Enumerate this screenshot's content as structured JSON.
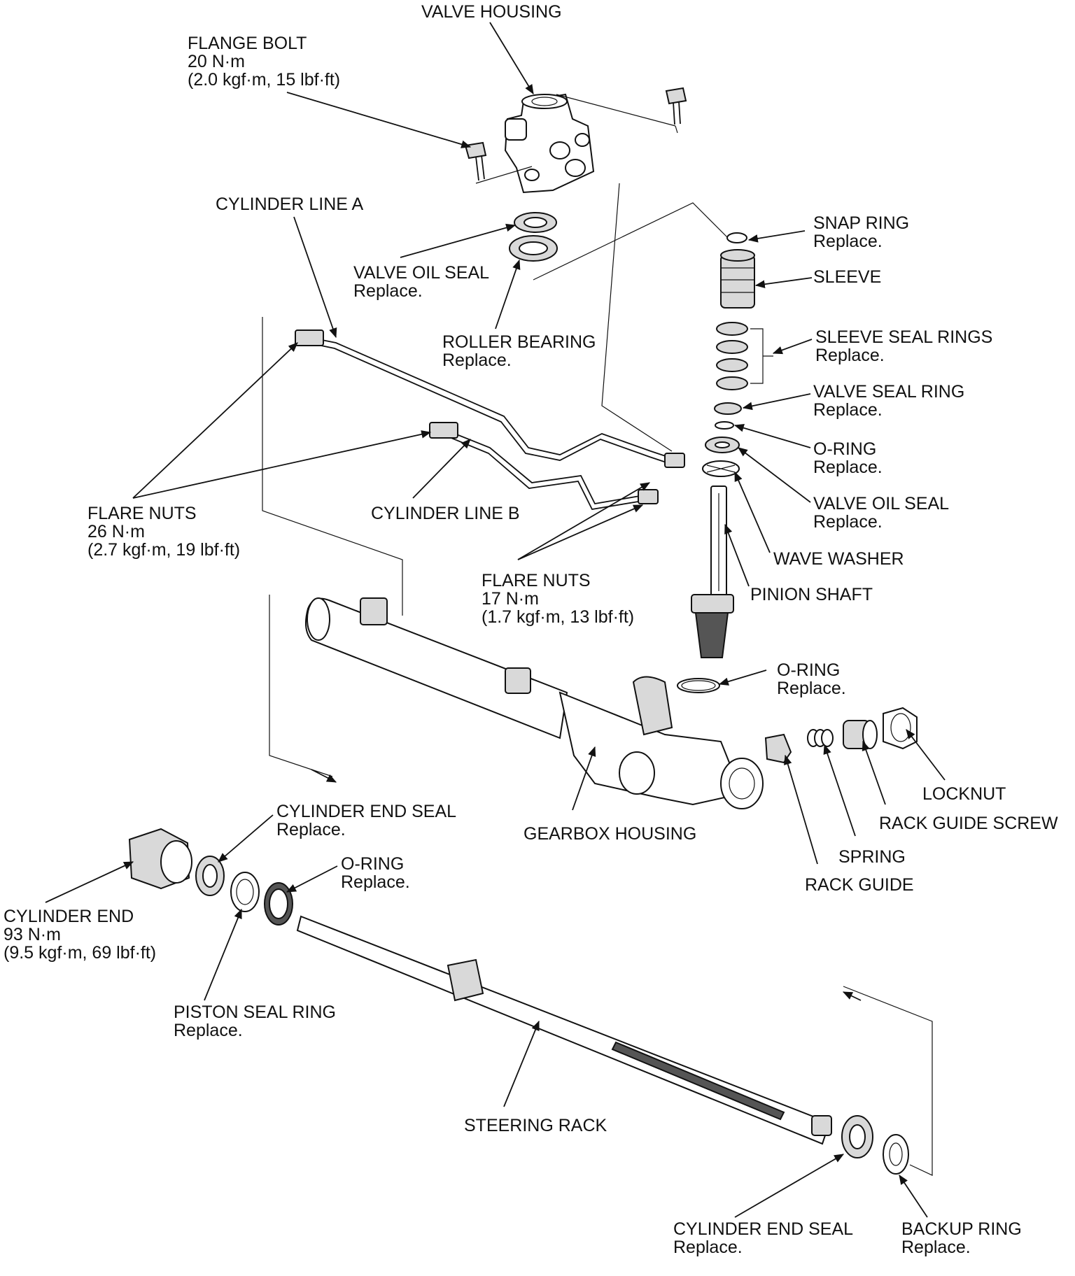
{
  "labels": {
    "valve_housing": "VALVE HOUSING",
    "flange_bolt": [
      "FLANGE BOLT",
      "20 N·m",
      "(2.0 kgf·m, 15 lbf·ft)"
    ],
    "cylinder_line_a": "CYLINDER LINE A",
    "valve_oil_seal_top": [
      "VALVE OIL SEAL",
      "Replace."
    ],
    "roller_bearing": [
      "ROLLER BEARING",
      "Replace."
    ],
    "snap_ring": [
      "SNAP RING",
      "Replace."
    ],
    "sleeve": "SLEEVE",
    "sleeve_seal_rings": [
      "SLEEVE SEAL RINGS",
      "Replace."
    ],
    "valve_seal_ring": [
      "VALVE SEAL RING",
      "Replace."
    ],
    "o_ring_pinion": [
      "O-RING",
      "Replace."
    ],
    "valve_oil_seal_lower": [
      "VALVE OIL SEAL",
      "Replace."
    ],
    "wave_washer": "WAVE WASHER",
    "pinion_shaft": "PINION SHAFT",
    "flare_nuts_26": [
      "FLARE NUTS",
      "26 N·m",
      "(2.7 kgf·m, 19 lbf·ft)"
    ],
    "cylinder_line_b": "CYLINDER LINE B",
    "flare_nuts_17": [
      "FLARE NUTS",
      "17 N·m",
      "(1.7 kgf·m, 13 lbf·ft)"
    ],
    "o_ring_housing": [
      "O-RING",
      "Replace."
    ],
    "gearbox_housing": "GEARBOX HOUSING",
    "locknut": "LOCKNUT",
    "rack_guide_screw": "RACK GUIDE SCREW",
    "spring": "SPRING",
    "rack_guide": "RACK GUIDE",
    "cylinder_end_seal_left": [
      "CYLINDER END SEAL",
      "Replace."
    ],
    "o_ring_cylinder": [
      "O-RING",
      "Replace."
    ],
    "cylinder_end": [
      "CYLINDER END",
      "93 N·m",
      "(9.5 kgf·m, 69 lbf·ft)"
    ],
    "piston_seal_ring": [
      "PISTON SEAL RING",
      "Replace."
    ],
    "steering_rack": "STEERING RACK",
    "cylinder_end_seal_right": [
      "CYLINDER END SEAL",
      "Replace."
    ],
    "backup_ring": [
      "BACKUP RING",
      "Replace."
    ]
  }
}
